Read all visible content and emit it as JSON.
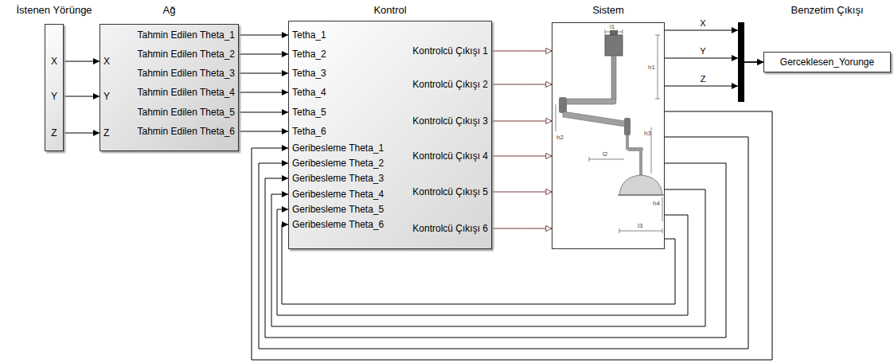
{
  "diagram": {
    "nodes": [
      {
        "text": [
          "İstenen Yörünge",
          "X",
          "Y",
          "Z"
        ]
      },
      {
        "text": [
          "Ağ",
          "X",
          "Y",
          "Z",
          "Tahmin Edilen Theta_1",
          "Tahmin Edilen Theta_2",
          "Tahmin Edilen Theta_3",
          "Tahmin Edilen Theta_4",
          "Tahmin Edilen Theta_5",
          "Tahmin Edilen Theta_6"
        ]
      },
      {
        "text": [
          "Kontrol",
          "Tetha_1",
          "Tetha_2",
          "Tetha_3",
          "Tetha_4",
          "Tetha_5",
          "Tetha_6",
          "Geribesleme Theta_1",
          "Geribesleme Theta_2",
          "Geribesleme Theta_3",
          "Geribesleme Theta_4",
          "Geribesleme Theta_5",
          "Geribesleme Theta_6",
          "Kontrolcü Çıkışı 1",
          "Kontrolcü Çıkışı 2",
          "Kontrolcü Çıkışı 3",
          "Kontrolcü Çıkışı 4",
          "Kontrolcü Çıkışı 5",
          "Kontrolcü Çıkışı 6"
        ]
      },
      {
        "text": [
          "Sistem"
        ]
      },
      {
        "text": [
          "Benzetim Çıkışı",
          "Gerceklesen_Yorunge"
        ]
      }
    ],
    "edges": [
      {
        "from": 0,
        "to": 1,
        "arrow": "to"
      },
      {
        "from": 0,
        "to": 1,
        "arrow": "to"
      },
      {
        "from": 0,
        "to": 1,
        "arrow": "to"
      },
      {
        "from": 1,
        "to": 2,
        "arrow": "to"
      },
      {
        "from": 1,
        "to": 2,
        "arrow": "to"
      },
      {
        "from": 1,
        "to": 2,
        "arrow": "to"
      },
      {
        "from": 1,
        "to": 2,
        "arrow": "to"
      },
      {
        "from": 1,
        "to": 2,
        "arrow": "to"
      },
      {
        "from": 1,
        "to": 2,
        "arrow": "to"
      },
      {
        "from": 2,
        "to": 3,
        "arrow": "to"
      },
      {
        "from": 2,
        "to": 3,
        "arrow": "to"
      },
      {
        "from": 2,
        "to": 3,
        "arrow": "to"
      },
      {
        "from": 2,
        "to": 3,
        "arrow": "to"
      },
      {
        "from": 2,
        "to": 3,
        "arrow": "to"
      },
      {
        "from": 2,
        "to": 3,
        "arrow": "to"
      },
      {
        "from": 3,
        "to": 2,
        "arrow": "to"
      },
      {
        "from": 3,
        "to": 2,
        "arrow": "to"
      },
      {
        "from": 3,
        "to": 2,
        "arrow": "to"
      },
      {
        "from": 3,
        "to": 2,
        "arrow": "to"
      },
      {
        "from": 3,
        "to": 2,
        "arrow": "to"
      },
      {
        "from": 3,
        "to": 2,
        "arrow": "to"
      },
      {
        "from": 3,
        "to": 4,
        "label": "X",
        "arrow": "to"
      },
      {
        "from": 3,
        "to": 4,
        "label": "Y",
        "arrow": "to"
      },
      {
        "from": 3,
        "to": 4,
        "label": "Z",
        "arrow": "to"
      }
    ],
    "labels": [
      "l1",
      "h1",
      "h2",
      "h3",
      "l2",
      "h4",
      "l3"
    ]
  }
}
